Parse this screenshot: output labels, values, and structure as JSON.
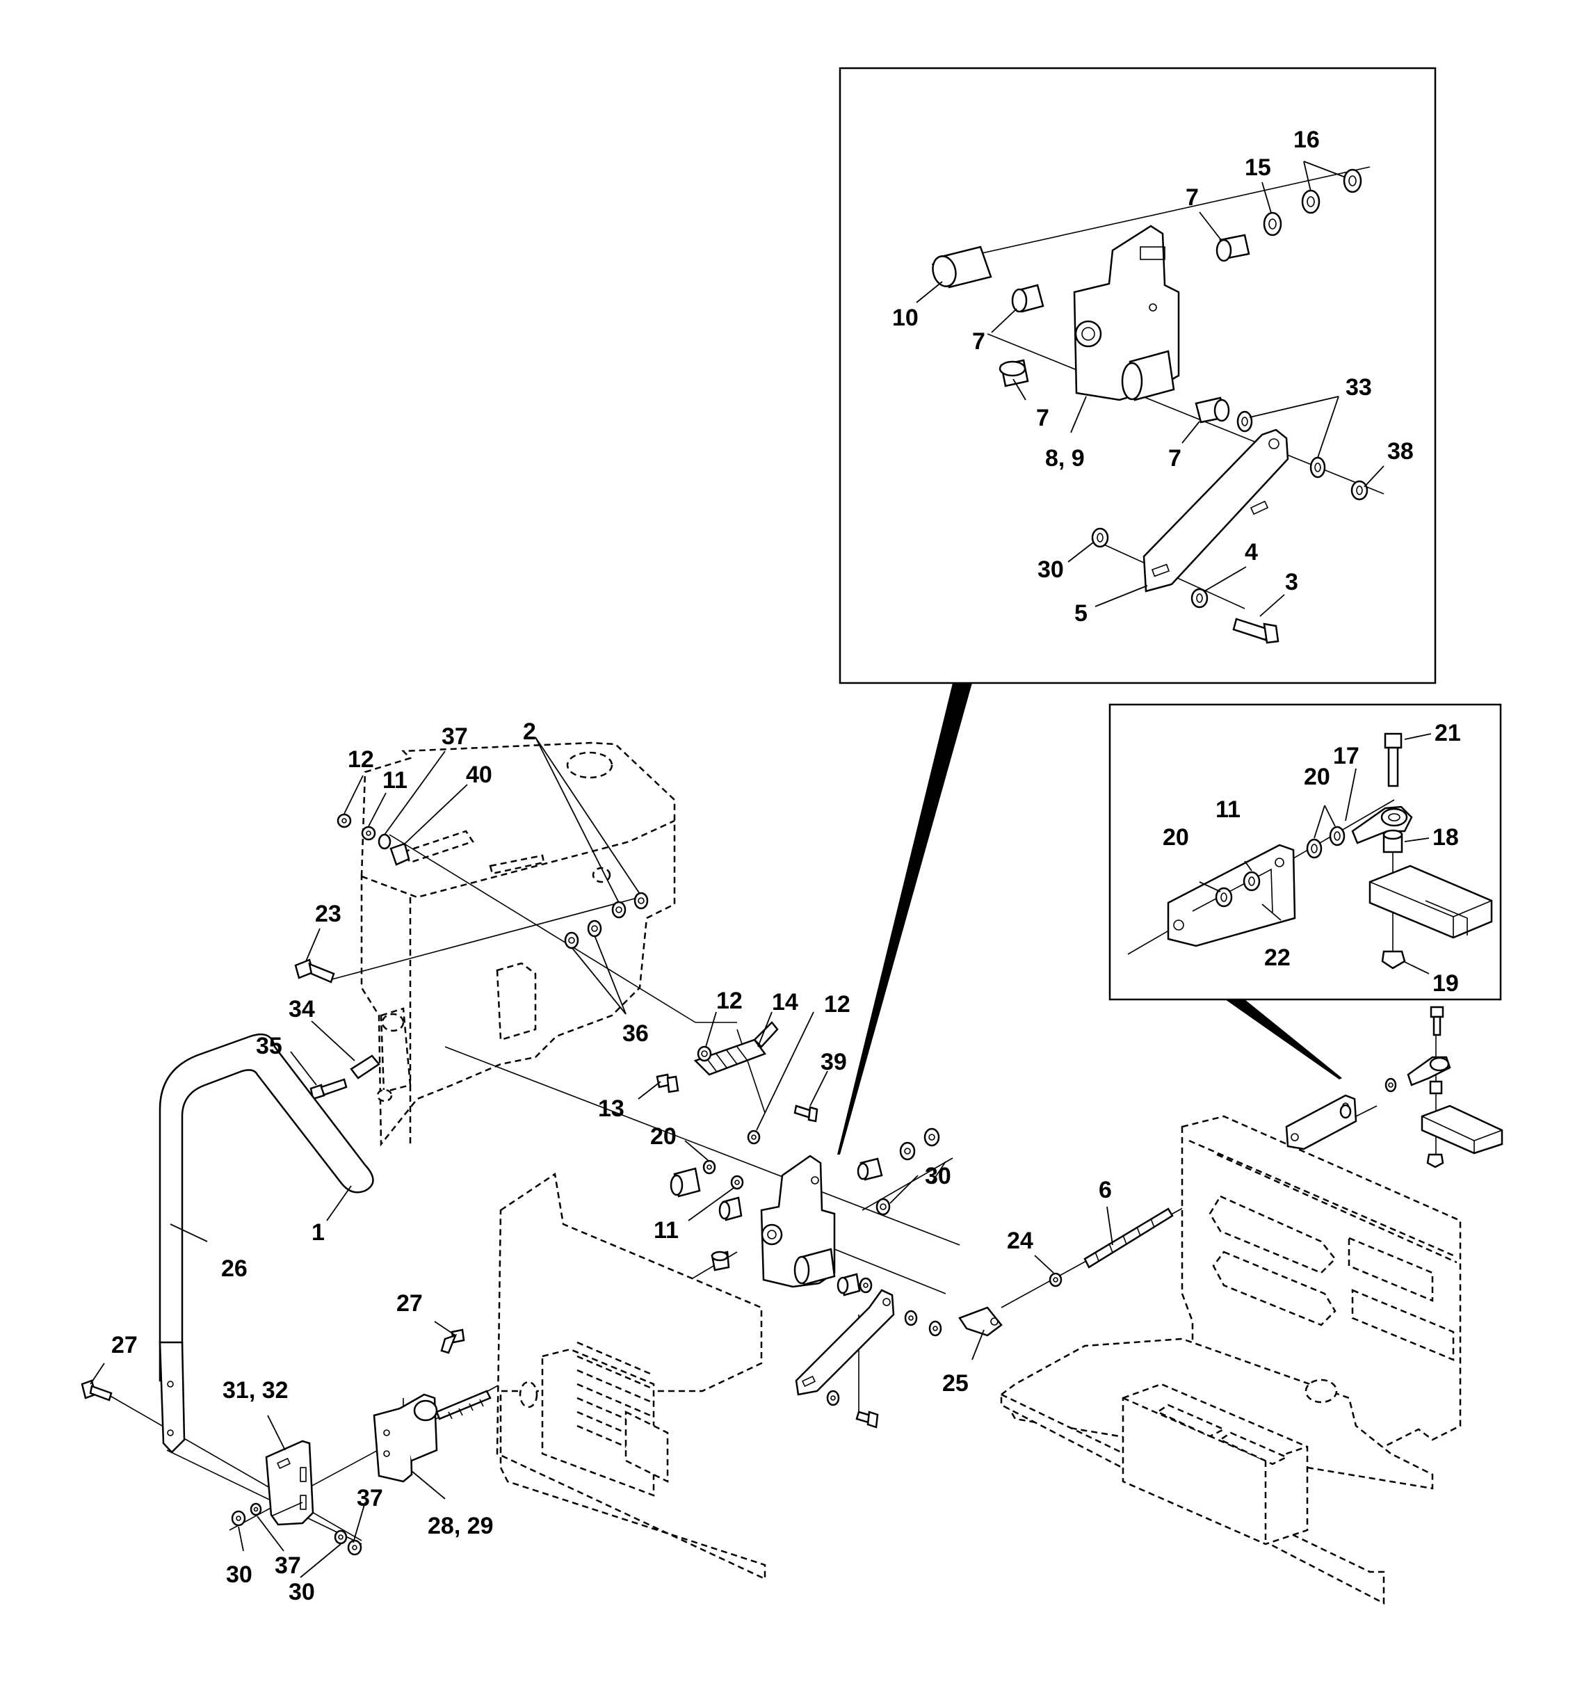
{
  "callouts": [
    {
      "id": "c-16",
      "text": "16"
    },
    {
      "id": "c-15",
      "text": "15"
    },
    {
      "id": "c-7a",
      "text": "7"
    },
    {
      "id": "c-10",
      "text": "10"
    },
    {
      "id": "c-7b",
      "text": "7"
    },
    {
      "id": "c-7c",
      "text": "7"
    },
    {
      "id": "c-89",
      "text": "8, 9"
    },
    {
      "id": "c-7d",
      "text": "7"
    },
    {
      "id": "c-33",
      "text": "33"
    },
    {
      "id": "c-38",
      "text": "38"
    },
    {
      "id": "c-30a",
      "text": "30"
    },
    {
      "id": "c-4",
      "text": "4"
    },
    {
      "id": "c-3",
      "text": "3"
    },
    {
      "id": "c-5",
      "text": "5"
    },
    {
      "id": "c-21",
      "text": "21"
    },
    {
      "id": "c-17",
      "text": "17"
    },
    {
      "id": "c-20a",
      "text": "20"
    },
    {
      "id": "c-11a",
      "text": "11"
    },
    {
      "id": "c-18",
      "text": "18"
    },
    {
      "id": "c-20b",
      "text": "20"
    },
    {
      "id": "c-22",
      "text": "22"
    },
    {
      "id": "c-19",
      "text": "19"
    },
    {
      "id": "c-12a",
      "text": "12"
    },
    {
      "id": "c-11b",
      "text": "11"
    },
    {
      "id": "c-37a",
      "text": "37"
    },
    {
      "id": "c-40",
      "text": "40"
    },
    {
      "id": "c-2",
      "text": "2"
    },
    {
      "id": "c-23",
      "text": "23"
    },
    {
      "id": "c-36",
      "text": "36"
    },
    {
      "id": "c-34",
      "text": "34"
    },
    {
      "id": "c-35",
      "text": "35"
    },
    {
      "id": "c-12b",
      "text": "12"
    },
    {
      "id": "c-14",
      "text": "14"
    },
    {
      "id": "c-12c",
      "text": "12"
    },
    {
      "id": "c-39",
      "text": "39"
    },
    {
      "id": "c-13",
      "text": "13"
    },
    {
      "id": "c-20c",
      "text": "20"
    },
    {
      "id": "c-30b",
      "text": "30"
    },
    {
      "id": "c-11c",
      "text": "11"
    },
    {
      "id": "c-1",
      "text": "1"
    },
    {
      "id": "c-26",
      "text": "26"
    },
    {
      "id": "c-24",
      "text": "24"
    },
    {
      "id": "c-6",
      "text": "6"
    },
    {
      "id": "c-25",
      "text": "25"
    },
    {
      "id": "c-27a",
      "text": "27"
    },
    {
      "id": "c-27b",
      "text": "27"
    },
    {
      "id": "c-3132",
      "text": "31, 32"
    },
    {
      "id": "c-37b",
      "text": "37"
    },
    {
      "id": "c-2829",
      "text": "28, 29"
    },
    {
      "id": "c-30c",
      "text": "30"
    },
    {
      "id": "c-37c",
      "text": "37"
    },
    {
      "id": "c-30d",
      "text": "30"
    }
  ]
}
